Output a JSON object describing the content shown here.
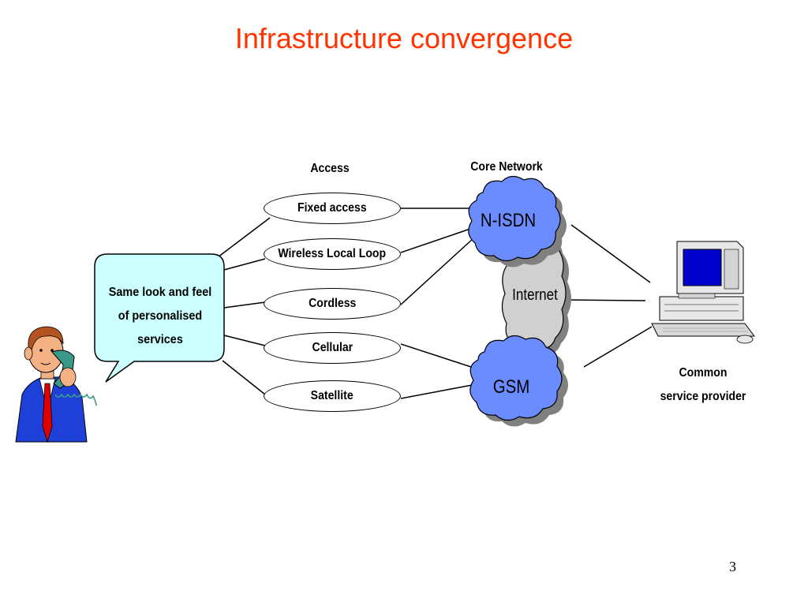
{
  "slide": {
    "title": "Infrastructure convergence",
    "page_number": "3"
  },
  "headers": {
    "access": "Access",
    "core_network": "Core Network"
  },
  "access_types": [
    "Fixed access",
    "Wireless Local Loop",
    "Cordless",
    "Cellular",
    "Satellite"
  ],
  "user": {
    "bubble_lines": [
      "Same look and feel",
      "of personalised",
      "services"
    ]
  },
  "core": {
    "n_isdn": "N-ISDN",
    "internet": "Internet",
    "gsm": "GSM"
  },
  "provider": {
    "lines": [
      "Common",
      "service provider"
    ]
  },
  "colors": {
    "title": "#ff3300",
    "cloud_blue": "#6b8cff",
    "cloud_grey": "#d0d0d0",
    "bubble_fill": "#ccffff",
    "shadow": "#808080"
  },
  "icons": {
    "person": "man-on-telephone-icon",
    "computer": "desktop-computer-icon"
  }
}
